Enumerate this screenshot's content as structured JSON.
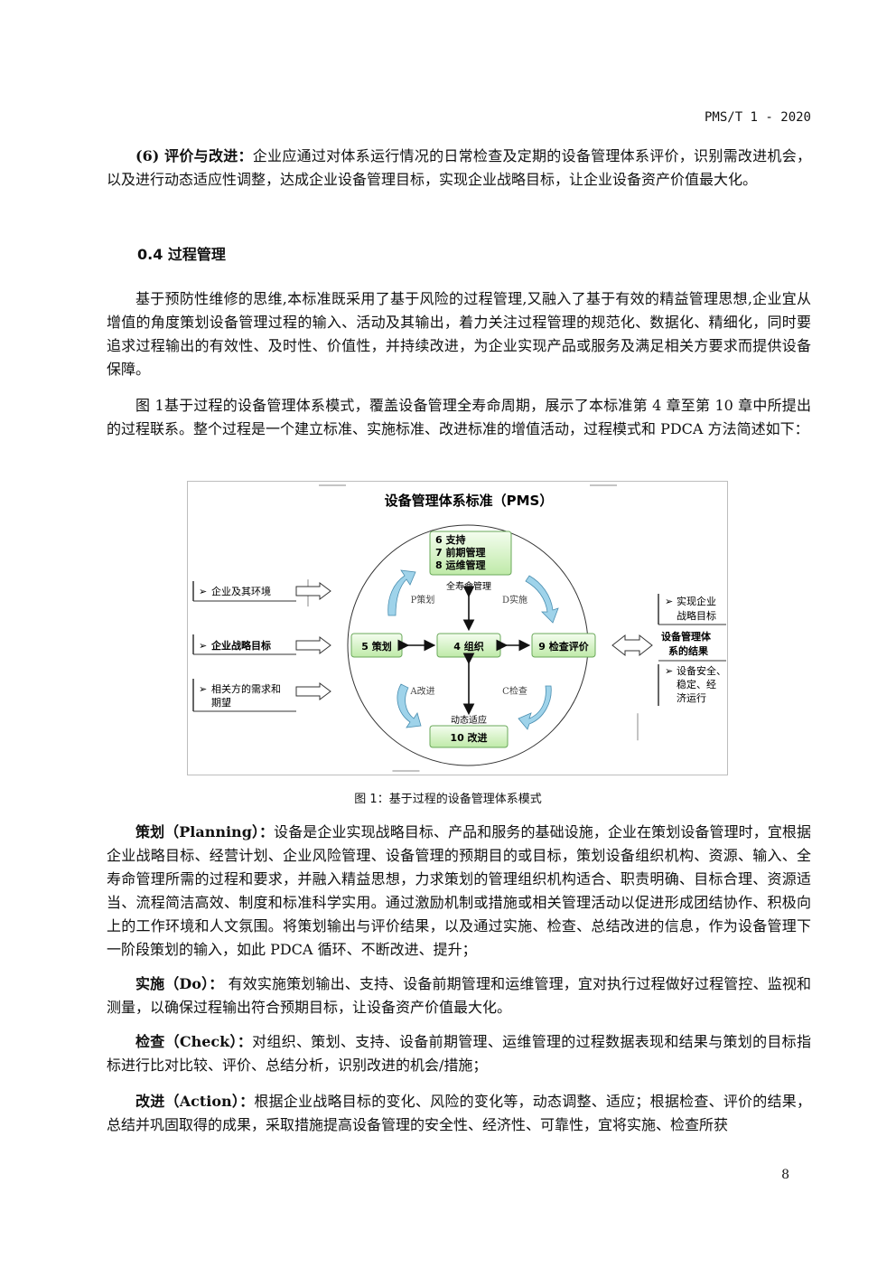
{
  "header": {
    "doc_code": "PMS/T 1 - 2020"
  },
  "section_eval": {
    "lead": "(6) 评价与改进：",
    "text": "企业应通过对体系运行情况的日常检查及定期的设备管理体系评价，识别需改进机会，以及进行动态适应性调整，达成企业设备管理目标，实现企业战略目标，让企业设备资产价值最大化。"
  },
  "heading_04": "0.4 过程管理",
  "para_intro": "基于预防性维修的思维,本标准既采用了基于风险的过程管理,又融入了基于有效的精益管理思想,企业宜从增值的角度策划设备管理过程的输入、活动及其输出，着力关注过程管理的规范化、数据化、精细化，同时要追求过程输出的有效性、及时性、价值性，并持续改进，为企业实现产品或服务及满足相关方要求而提供设备保障。",
  "para_figure_ref": "图 1基于过程的设备管理体系模式，覆盖设备管理全寿命周期，展示了本标准第 4 章至第 10 章中所提出的过程联系。整个过程是一个建立标准、实施标准、改进标准的增值活动，过程模式和 PDCA 方法简述如下：",
  "figure": {
    "title": "设备管理体系标准（PMS）",
    "top_box": [
      "6 支持",
      "7 前期管理",
      "8 运维管理"
    ],
    "lifecycle_label": "全寿命管理",
    "p_label": "P策划",
    "d_label": "D实施",
    "a_label": "A改进",
    "c_label": "C检查",
    "plan_box": "5 策划",
    "org_box": "4 组织",
    "check_box": "9 检查评价",
    "dynamic_label": "动态适应",
    "improve_box": "10 改进",
    "inputs": [
      {
        "marker": "➢",
        "line1": "企业及其环境",
        "line2": ""
      },
      {
        "marker": "➢",
        "line1": "企业战略目标",
        "line2": ""
      },
      {
        "marker": "➢",
        "line1": "相关方的需求和",
        "line2": "期望"
      }
    ],
    "outputs": {
      "item1_marker": "➢",
      "item1_line1": "实现企业",
      "item1_line2": "战略目标",
      "result_line1": "设备管理体",
      "result_line2": "系的结果",
      "item2_marker": "➢",
      "item2_line1": "设备安全、",
      "item2_line2": "稳定、经",
      "item2_line3": "济运行"
    },
    "caption": "图 1：基于过程的设备管理体系模式"
  },
  "pdca": [
    {
      "lead": "策划（Planning）：",
      "text": "设备是企业实现战略目标、产品和服务的基础设施，企业在策划设备管理时，宜根据企业战略目标、经营计划、企业风险管理、设备管理的预期目的或目标，策划设备组织机构、资源、输入、全寿命管理所需的过程和要求，并融入精益思想，力求策划的管理组织机构适合、职责明确、目标合理、资源适当、流程简洁高效、制度和标准科学实用。通过激励机制或措施或相关管理活动以促进形成团结协作、积极向上的工作环境和人文氛围。将策划输出与评价结果，以及通过实施、检查、总结改进的信息，作为设备管理下一阶段策划的输入，如此 PDCA 循环、不断改进、提升；"
    },
    {
      "lead": "实施（Do）：",
      "text": " 有效实施策划输出、支持、设备前期管理和运维管理，宜对执行过程做好过程管控、监视和测量，以确保过程输出符合预期目标，让设备资产价值最大化。"
    },
    {
      "lead": "检查（Check）：",
      "text": "对组织、策划、支持、设备前期管理、运维管理的过程数据表现和结果与策划的目标指标进行比对比较、评价、总结分析，识别改进的机会/措施；"
    },
    {
      "lead": "改进（Action）：",
      "text": "根据企业战略目标的变化、风险的变化等，动态调整、适应；根据检查、评价的结果，总结并巩固取得的成果，采取措施提高设备管理的安全性、经济性、可靠性，宜将实施、检查所获"
    }
  ],
  "footer": {
    "page_number": "8"
  },
  "colors": {
    "box_green_light": "#eefbe6",
    "box_green": "#c9efb6",
    "arrow_blue": "#9fd3ea"
  }
}
